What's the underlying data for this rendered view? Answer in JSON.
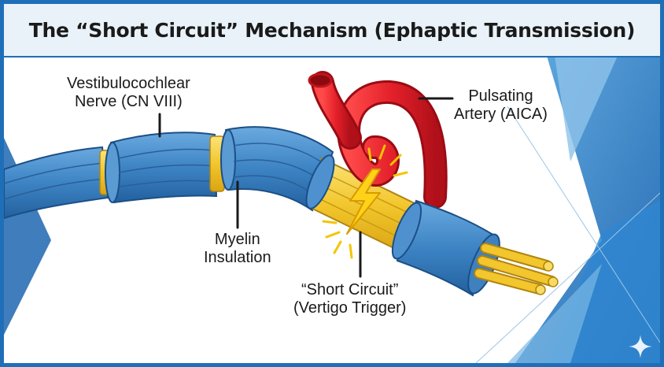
{
  "title": "The “Short Circuit” Mechanism (Ephaptic Transmission)",
  "labels": {
    "nerve": {
      "line1": "Vestibulocochlear",
      "line2": "Nerve (CN VIII)"
    },
    "artery": {
      "line1": "Pulsating",
      "line2": "Artery (AICA)"
    },
    "myelin": {
      "line1": "Myelin",
      "line2": "Insulation"
    },
    "short_circuit": {
      "line1": "“Short Circuit”",
      "line2": "(Vertigo Trigger)"
    }
  },
  "icons": [
    "lightning-bolt-icon",
    "sparkle-icon"
  ],
  "colors": {
    "frame": "#1f6fb8",
    "title_bg": "#e9f2f8",
    "myelin_blue": "#3f86c6",
    "axon_yellow": "#f3cc33",
    "artery_red": "#e3202a",
    "spark_yellow": "#f5c400"
  }
}
